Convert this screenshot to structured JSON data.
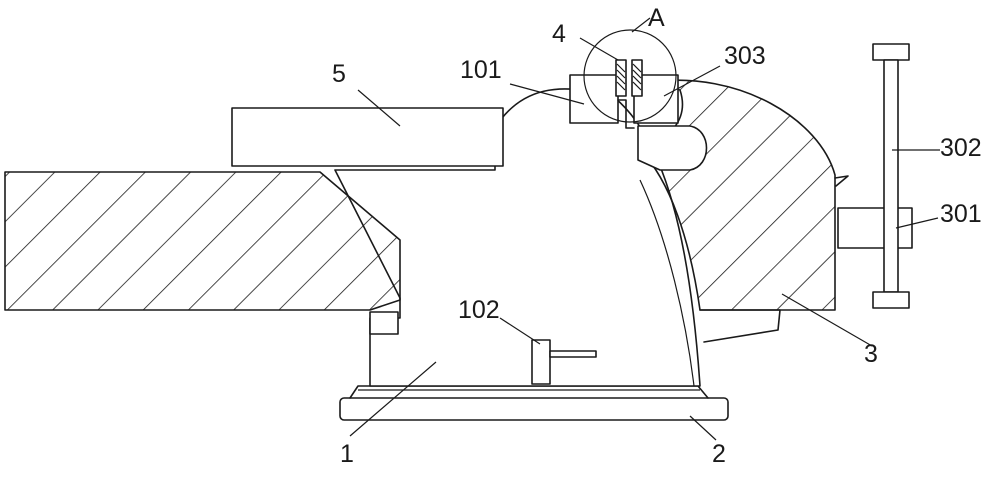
{
  "figure": {
    "labels": {
      "body": "1",
      "base": "2",
      "jaw": "3",
      "sensor": "4",
      "anvil": "5",
      "slot": "101",
      "lock": "102",
      "nut": "301",
      "screw": "302",
      "block": "303",
      "detail": "A"
    }
  }
}
